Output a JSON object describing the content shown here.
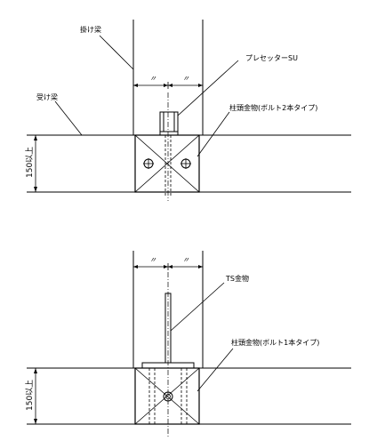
{
  "top_detail": {
    "labels": {
      "hanging_beam": "掛け梁",
      "receiving_beam": "受け梁",
      "presetter": "プレセッターSU",
      "column_hardware": "柱頭金物(ボルト2本タイプ)",
      "dim_left": "〃",
      "dim_right": "〃",
      "height_min": "150以上"
    }
  },
  "bottom_detail": {
    "labels": {
      "ts_hardware": "TS金物",
      "column_hardware": "柱頭金物(ボルト1本タイプ)",
      "dim_left": "〃",
      "dim_right": "〃",
      "height_min": "150以上"
    }
  }
}
